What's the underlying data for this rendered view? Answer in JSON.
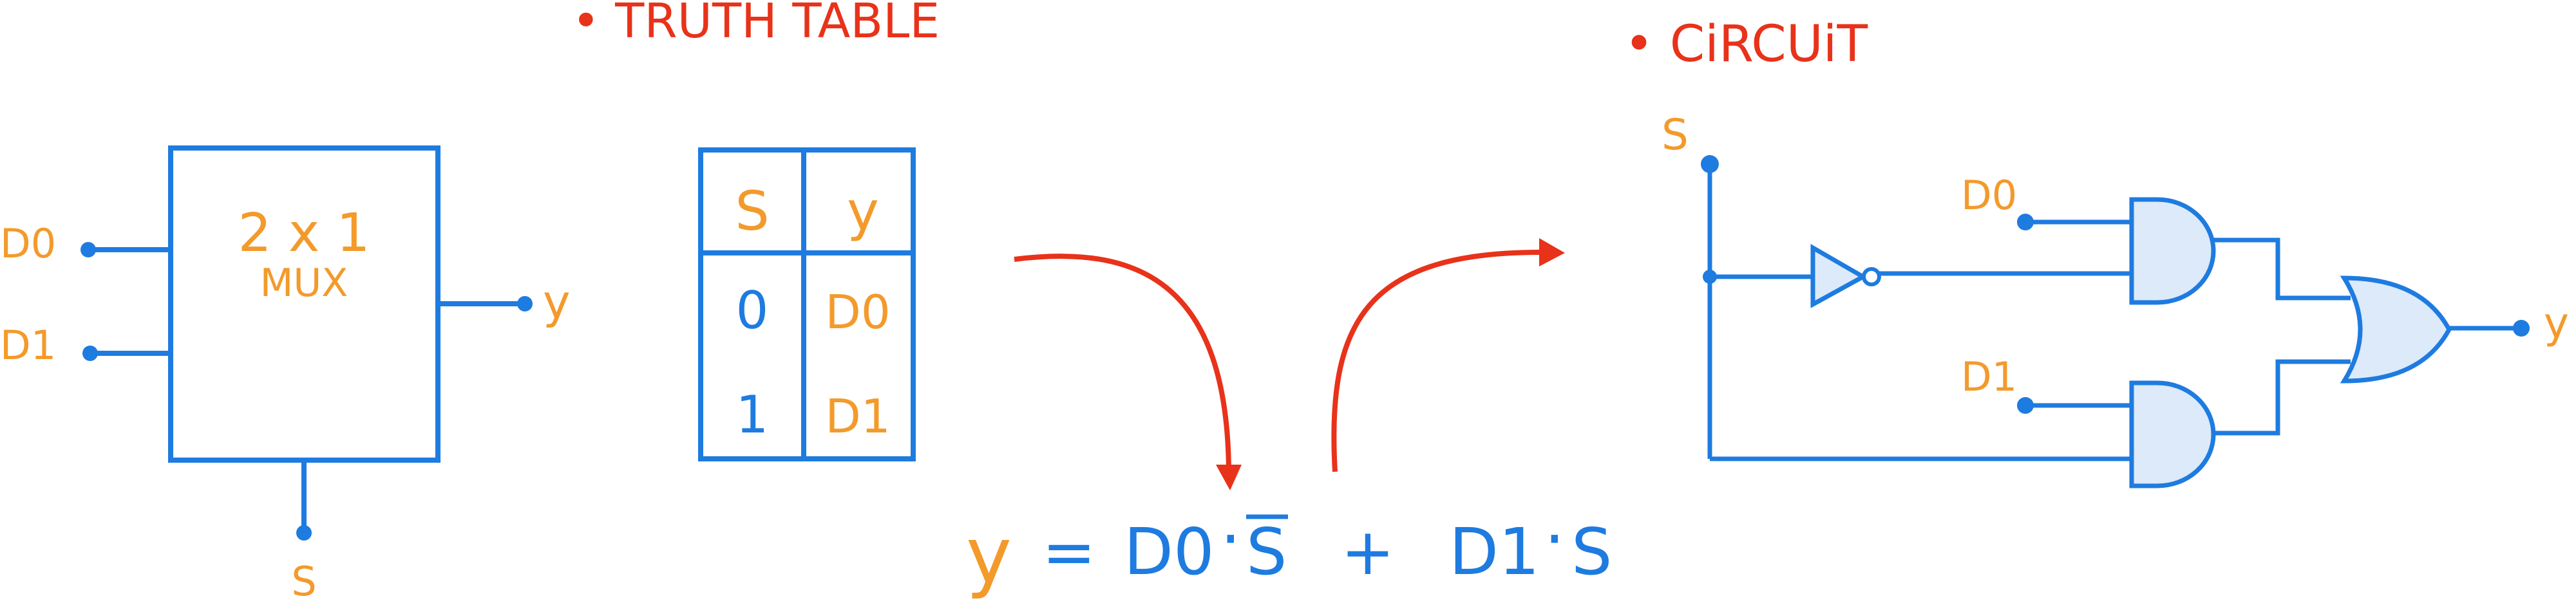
{
  "colors": {
    "blue": "#1E7BE0",
    "orange": "#F39A2B",
    "red": "#E8321A",
    "gate_fill": "#DCEAF9"
  },
  "sections": {
    "truth_table_title": "• TRUTH TABLE",
    "circuit_title": "• CiRCUiT"
  },
  "mux": {
    "label_line1": "2 x 1",
    "label_line2": "MUX",
    "input_d0": "D0",
    "input_d1": "D1",
    "output": "y",
    "select": "S"
  },
  "truth_table": {
    "headers": [
      "S",
      "y"
    ],
    "rows": [
      [
        "0",
        "D0"
      ],
      [
        "1",
        "D1"
      ]
    ]
  },
  "equation": {
    "lhs": "y",
    "equals": "=",
    "term1_d": "D0",
    "term1_s": "S",
    "plus": "+",
    "term2_d": "D1",
    "term2_s": "S",
    "dot": "·"
  },
  "circuit": {
    "select": "S",
    "input_d0": "D0",
    "input_d1": "D1",
    "output": "y"
  }
}
